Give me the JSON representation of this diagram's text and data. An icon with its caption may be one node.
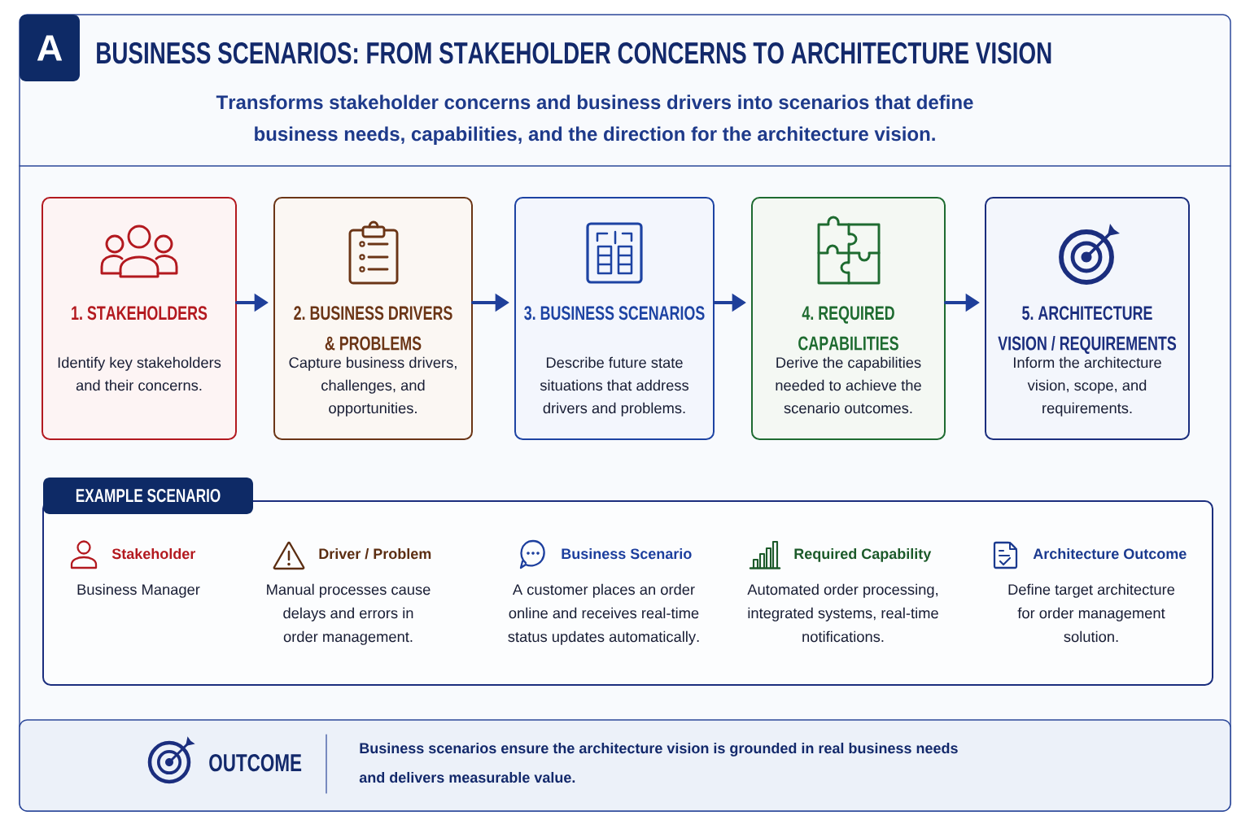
{
  "diagram": {
    "title": "BUSINESS SCENARIOS: FROM STAKEHOLDER CONCERNS TO ARCHITECTURE VISION",
    "nodes": [
      {
        "text": [
          "A"
        ]
      },
      {
        "text": [
          "1. STAKEHOLDERS",
          "Identify key stakeholders and their concerns."
        ]
      },
      {
        "text": [
          "2. BUSINESS DRIVERS & PROBLEMS",
          "Capture business drivers, challenges, and opportunities."
        ]
      },
      {
        "text": [
          "3. BUSINESS SCENARIOS",
          "Describe future state situations that address drivers and problems."
        ]
      },
      {
        "text": [
          "4. REQUIRED CAPABILITIES",
          "Derive the capabilities needed to achieve the scenario outcomes."
        ]
      },
      {
        "text": [
          "5. ARCHITECTURE VISION / REQUIREMENTS",
          "Inform the architecture vision, scope, and requirements."
        ]
      },
      {
        "text": [
          "EXAMPLE SCENARIO"
        ]
      },
      {
        "text": [
          "OUTCOME",
          "Business scenarios ensure the architecture vision is grounded in real business needs and delivers measurable value."
        ]
      }
    ],
    "edges": [
      {
        "from": 1,
        "to": 2,
        "arrow": "to"
      },
      {
        "from": 2,
        "to": 3,
        "arrow": "to"
      },
      {
        "from": 3,
        "to": 4,
        "arrow": "to"
      },
      {
        "from": 4,
        "to": 5,
        "arrow": "to"
      }
    ],
    "labels": [
      "Transforms stakeholder concerns and business drivers into scenarios that define business needs, capabilities, and the direction for the architecture vision.",
      "Stakeholder",
      "Business Manager",
      "Driver / Problem",
      "Manual processes cause delays and errors in order management.",
      "Business Scenario",
      "A customer places an order online and receives real-time status updates automatically.",
      "Required Capability",
      "Automated order processing, integrated systems, real-time notifications.",
      "Architecture Outcome",
      "Define target architecture for order management solution."
    ]
  }
}
